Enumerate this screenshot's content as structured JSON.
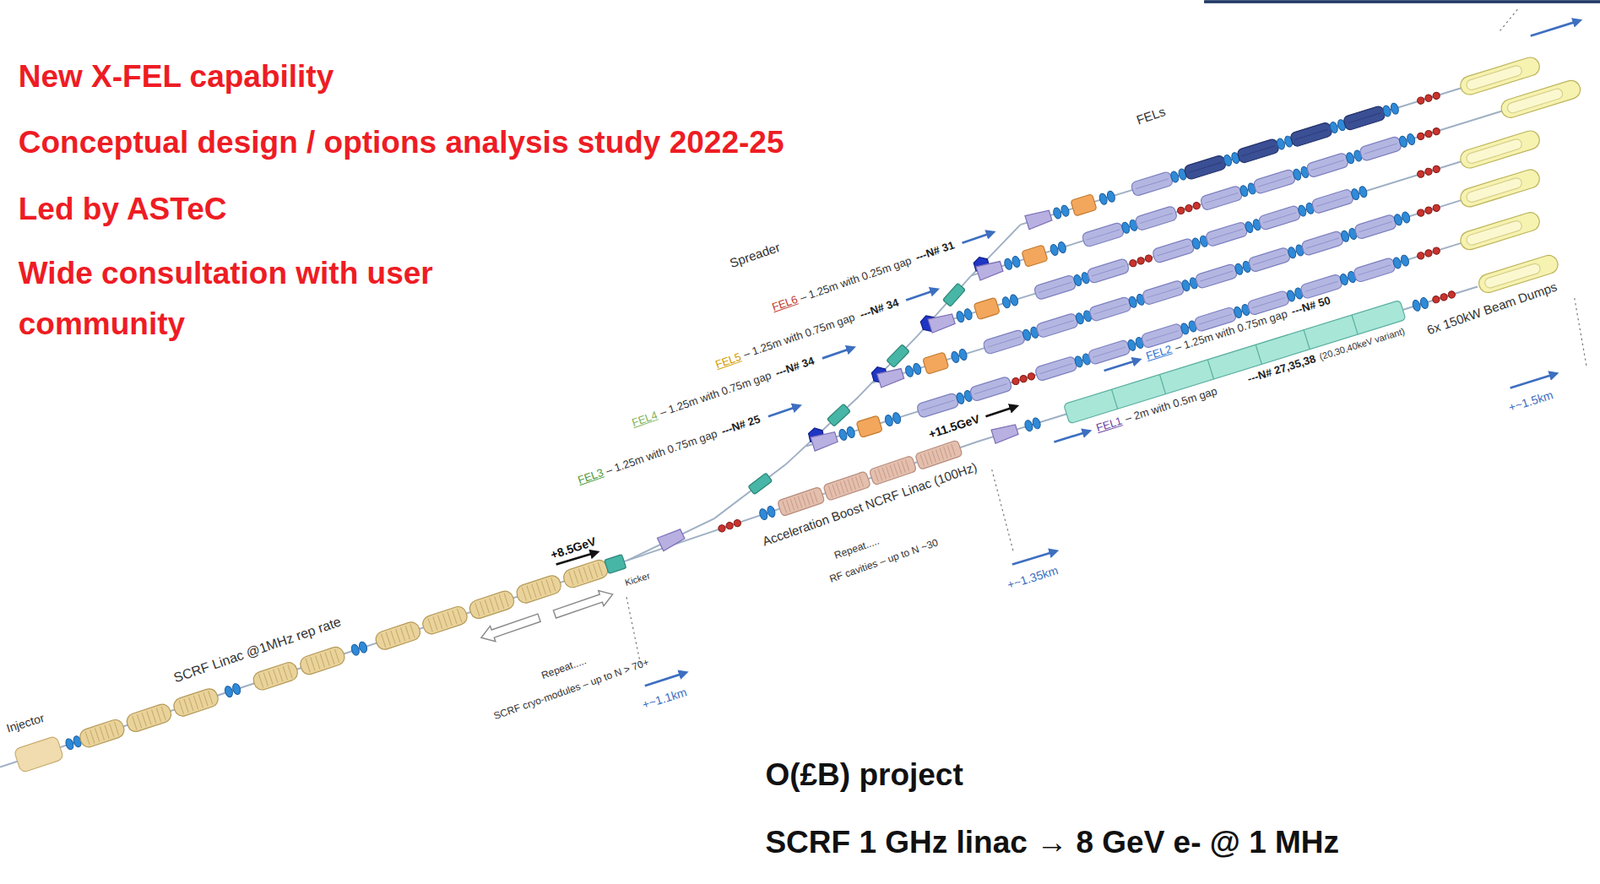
{
  "diagram": {
    "labels": [
      "New X-FEL capability",
      "Conceptual design / options analysis study 2022-25",
      "Led by ASTeC",
      "Wide consultation with user community",
      "FELs",
      "Spreader",
      "FEL6",
      "– 1.25m with 0.25m gap",
      "---N# 31",
      "FEL5",
      "– 1.25m with 0.75m gap",
      "---N# 34",
      "FEL4",
      "– 1.25m with 0.75m gap",
      "---N# 34",
      "FEL3",
      "– 1.25m with 0.75m gap",
      "---N# 25",
      "FEL2",
      "– 1.25m with 0.75m gap",
      "---N# 50",
      "6x 150kW Beam Dumps",
      "+11.5GeV",
      "FEL1",
      "– 2m with 0.5m gap",
      "---N# 27,35,38",
      "(20,30,40keV variant)",
      "+~1.5km",
      "Acceleration Boost NCRF Linac (100Hz)",
      "+8.5GeV",
      "Repeat.....",
      "RF cavities – up to N ~30",
      "Kicker",
      "+~1.35km",
      "SCRF Linac @1MHz rep rate",
      "Repeat.....",
      "SCRF cryo-modules – up to N > 70+",
      "Injector",
      "+~1.1km",
      "O(£B) project",
      "SCRF 1 GHz linac → 8 GeV e- @ 1 MHz"
    ]
  }
}
